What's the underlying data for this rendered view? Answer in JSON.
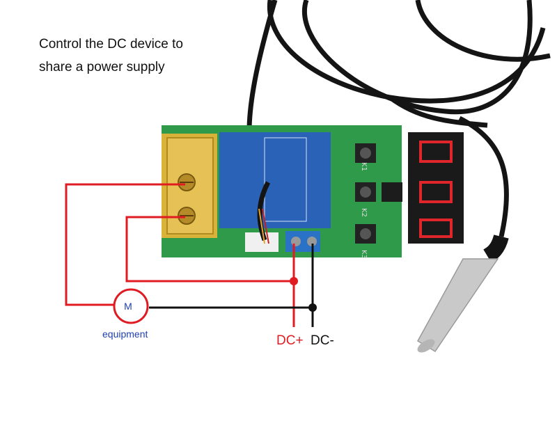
{
  "caption": {
    "line1": "Control the DC device to",
    "line2": "share a power supply"
  },
  "labels": {
    "dc_plus": "DC+",
    "dc_minus": "DC-",
    "equipment": "equipment",
    "motor": "M",
    "key1": "K1",
    "key2": "K2",
    "key3": "K3"
  },
  "colors": {
    "positive_wire": "#e01b22",
    "negative_wire": "#111111",
    "motor_outline": "#e01b22",
    "equipment_text": "#1f3fae",
    "pcb": "#2f9a4a",
    "relay": "#2a62b7",
    "display_digits": "#e0262b"
  },
  "icons": [
    "relay-module",
    "temperature-probe",
    "motor-symbol",
    "terminal-block",
    "seven-segment-display"
  ]
}
